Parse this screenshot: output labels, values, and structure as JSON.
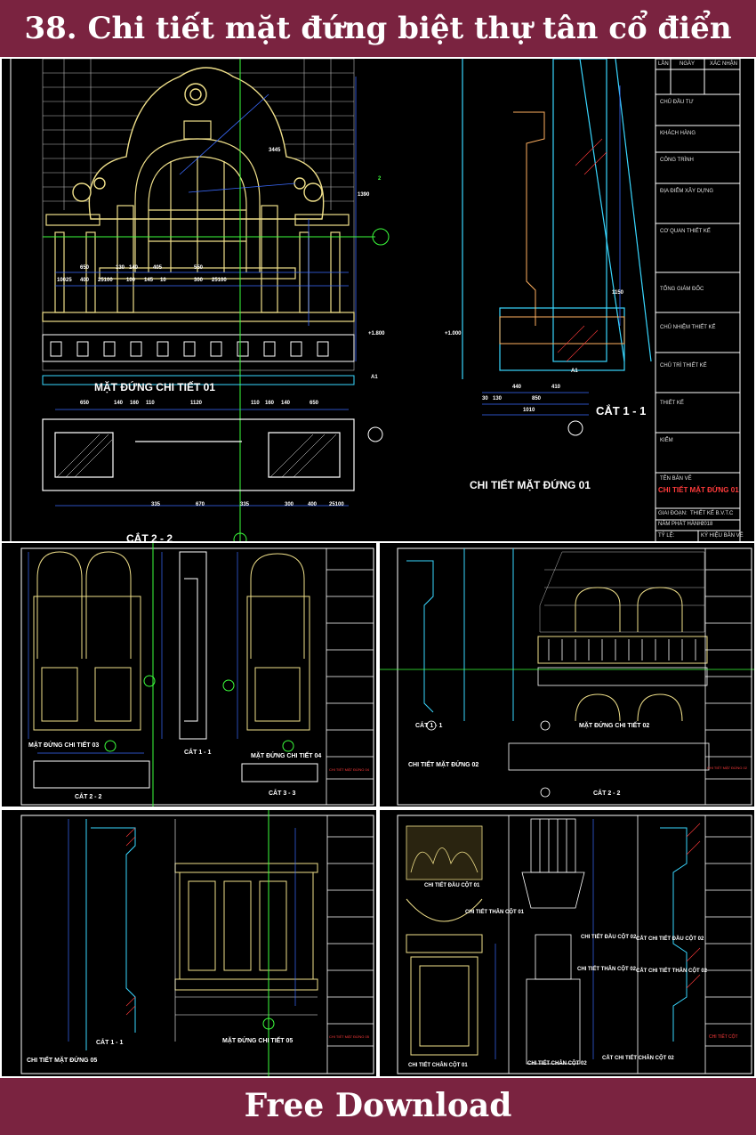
{
  "header": {
    "title": "38. Chi tiết mặt đứng biệt thự tân cổ điển"
  },
  "footer": {
    "label": "Free Download"
  },
  "main_sheet": {
    "elevation_title": "MẶT ĐỨNG CHI TIẾT 01",
    "section_2_title": "CẮT 2 - 2",
    "section_1_title": "CẮT 1 - 1",
    "sheet_title": "CHI TIẾT MẶT ĐỨNG 01",
    "dims_top": [
      "650",
      "130",
      "140",
      "405",
      "550",
      "10025",
      "400",
      "25100",
      "100",
      "145",
      "10",
      "300",
      "25100"
    ],
    "dims_bottom": [
      "650",
      "140",
      "160",
      "110",
      "1120",
      "110",
      "160",
      "140",
      "650"
    ],
    "dims_section": [
      "440",
      "410",
      "30",
      "130",
      "850",
      "1010"
    ],
    "dims_plan": [
      "335",
      "670",
      "335",
      "300",
      "400",
      "25100"
    ],
    "vertical_dims": [
      "1390",
      "1150",
      "3445"
    ],
    "markers": [
      "2",
      "A1",
      "A1"
    ],
    "levels": [
      "+1.800",
      "+1.000"
    ],
    "title_block": {
      "rows": [
        "CHỦ ĐẦU TƯ",
        "KHÁCH HÀNG",
        "CÔNG TRÌNH",
        "ĐỊA ĐIỂM XÂY DỰNG",
        "CƠ QUAN THIẾT KẾ",
        "TỔNG GIÁM ĐỐC",
        "CHỦ NHIỆM THIẾT KẾ",
        "CHỦ TRÌ THIẾT KẾ",
        "THIẾT KẾ",
        "KIỂM"
      ],
      "header_cols": [
        "LẦN",
        "NGÀY",
        "XÁC NHẬN"
      ],
      "drawing_name_label": "TÊN BẢN VẼ",
      "drawing_name": "CHI TIẾT MẶT ĐỨNG 01",
      "phase_label": "GIAI ĐOẠN:",
      "phase_value": "THIẾT KẾ B.V.T.C",
      "year_label": "NĂM PHÁT HÀNH:",
      "year_value": "2018",
      "scale_label": "TỶ LỆ:",
      "sheet_no_label": "KÝ HIỆU BẢN VẼ"
    }
  },
  "sheet_02": {
    "elevation_03": "MẶT ĐỨNG CHI TIẾT 03",
    "section_1": "CẮT 1 - 1",
    "elevation_04": "MẶT ĐỨNG CHI TIẾT 04",
    "section_2": "CẮT 2 - 2",
    "section_3": "CẮT 3 - 3",
    "title_block_name": "CHI TIẾT MẶT ĐỨNG 04"
  },
  "sheet_03": {
    "section_1": "CẮT 1 - 1",
    "elevation_02": "MẶT ĐỨNG CHI TIẾT 02",
    "sheet_title": "CHI TIẾT MẶT ĐỨNG 02",
    "section_2": "CẮT 2 - 2",
    "title_block_name": "CHI TIẾT MẶT ĐỨNG 02"
  },
  "sheet_04": {
    "section_1": "CẮT 1 - 1",
    "elevation_05": "MẶT ĐỨNG CHI TIẾT 05",
    "sheet_title": "CHI TIẾT MẶT ĐỨNG 05",
    "title_block_name": "CHI TIẾT MẶT ĐỨNG 05"
  },
  "sheet_05": {
    "capital_01": "CHI TIẾT ĐẦU CỘT 01",
    "shaft_01": "CHI TIẾT THÂN CỘT 01",
    "capital_02": "CHI TIẾT ĐẦU CỘT 02",
    "shaft_02": "CHI TIẾT THÂN CỘT 02",
    "cut_capital_02": "CẮT CHI TIẾT ĐẦU CỘT 02",
    "cut_shaft_02": "CẮT CHI TIẾT THÂN CỘT 02",
    "base_01": "CHI TIẾT CHÂN CỘT 01",
    "base_02": "CHI TIẾT CHÂN CỘT 02",
    "cut_base_02": "CẮT CHI TIẾT CHÂN CỘT 02",
    "title_block_name": "CHI TIẾT CỘT"
  },
  "colors": {
    "banner": "#7a2340",
    "cad_bg": "#000000",
    "line_white": "#ffffff",
    "line_yellow": "#f0e08a",
    "line_cyan": "#39d7ff",
    "line_blue": "#3b6bff",
    "line_green": "#3cff3c",
    "line_red": "#ff3b3b",
    "line_orange": "#ffb060"
  }
}
